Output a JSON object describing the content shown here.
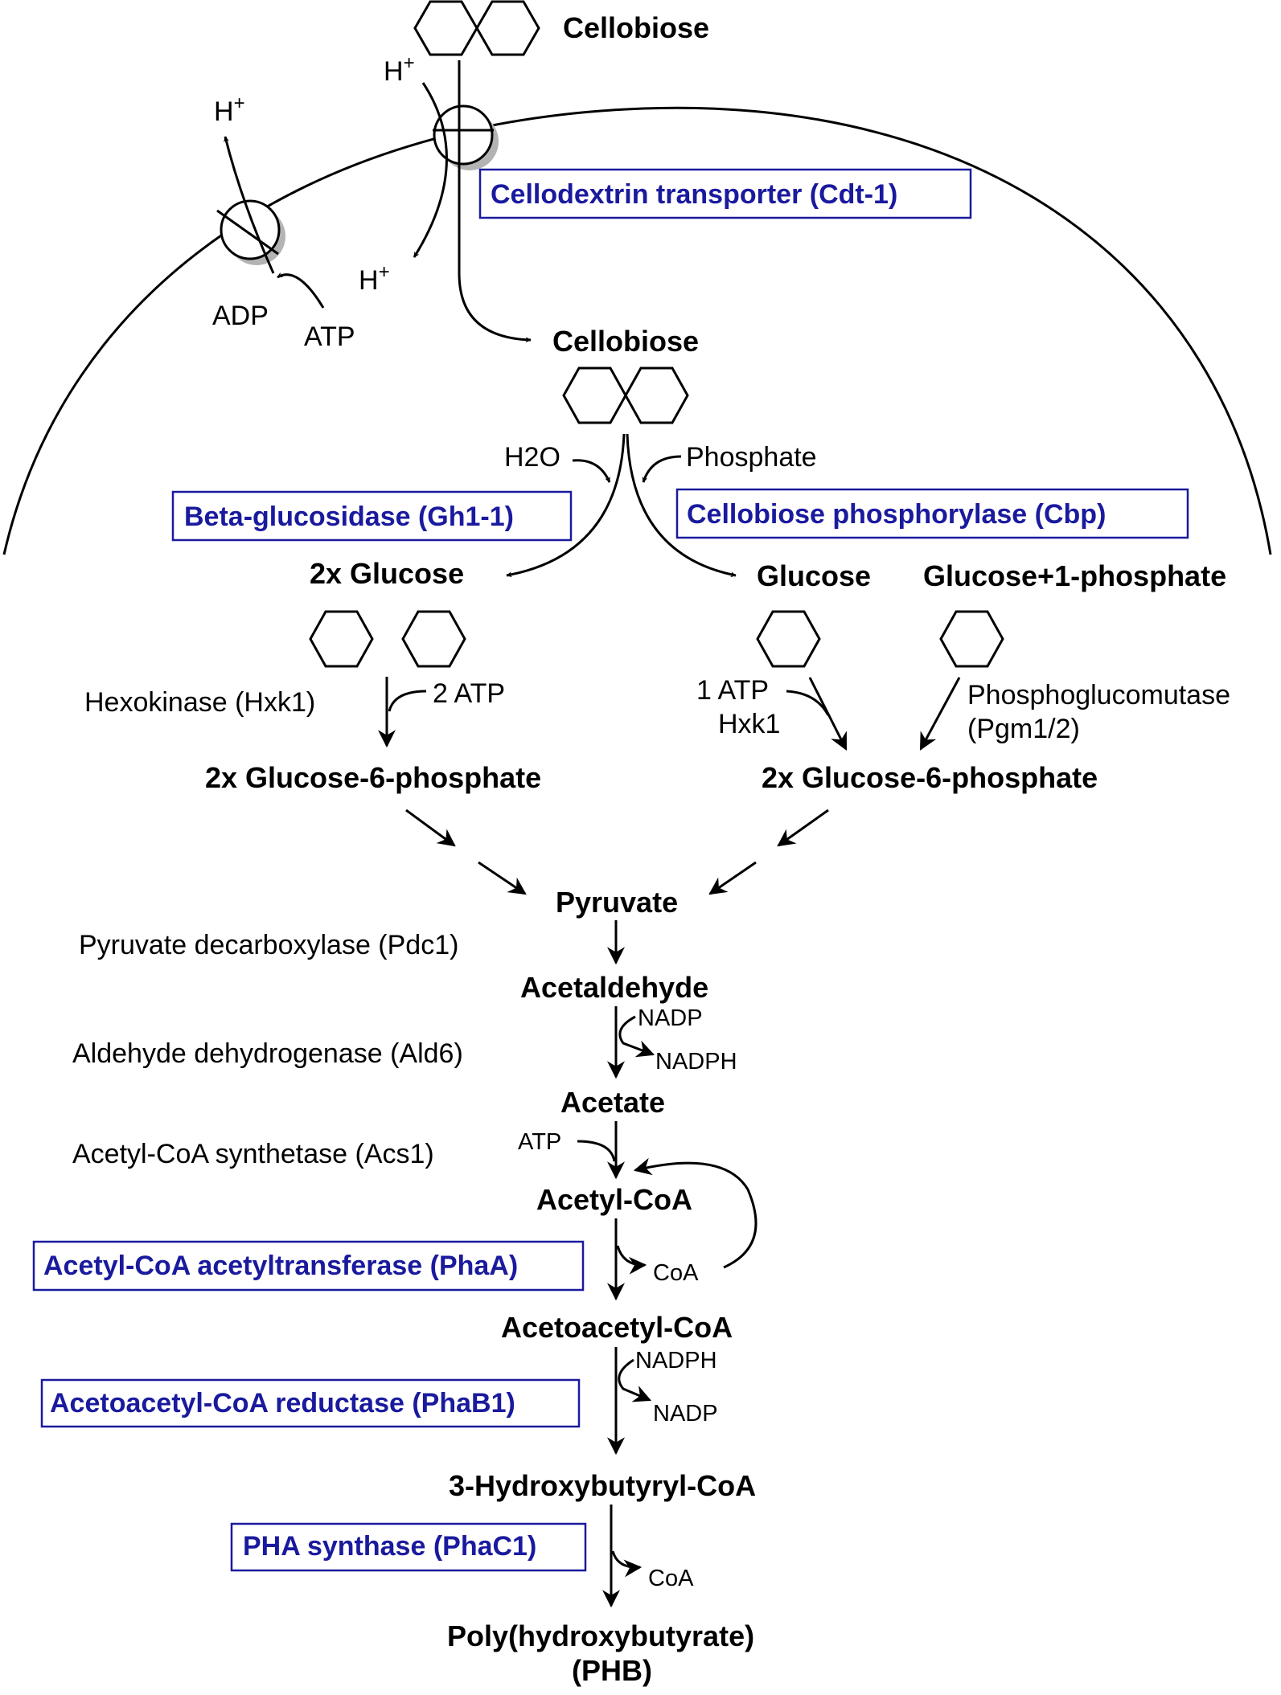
{
  "metabolites": {
    "cellobiose_out": "Cellobiose",
    "cellobiose_in": "Cellobiose",
    "glucose_2x": "2x Glucose",
    "glucose": "Glucose",
    "glucose_1p": "Glucose+1-phosphate",
    "g6p_left": "2x Glucose-6-phosphate",
    "g6p_right": "2x Glucose-6-phosphate",
    "pyruvate": "Pyruvate",
    "acetaldehyde": "Acetaldehyde",
    "acetate": "Acetate",
    "acetyl_coa": "Acetyl-CoA",
    "acetoacetyl_coa": "Acetoacetyl-CoA",
    "hydroxybutyryl_coa": "3-Hydroxybutyryl-CoA",
    "phb_line1": "Poly(hydroxybutyrate)",
    "phb_line2": "(PHB)"
  },
  "enzymes_boxed": {
    "cdt1": "Cellodextrin transporter (Cdt-1)",
    "gh1": "Beta-glucosidase (Gh1-1)",
    "cbp": "Cellobiose phosphorylase (Cbp)",
    "phaA": "Acetyl-CoA acetyltransferase (PhaA)",
    "phaB1": "Acetoacetyl-CoA reductase (PhaB1)",
    "phaC1": "PHA synthase (PhaC1)"
  },
  "enzymes_plain": {
    "hxk1": "Hexokinase (Hxk1)",
    "hxk1_short": "Hxk1",
    "pgm_line1": "Phosphoglucomutase",
    "pgm_line2": "(Pgm1/2)",
    "pdc1": "Pyruvate decarboxylase (Pdc1)",
    "ald6": "Aldehyde dehydrogenase (Ald6)",
    "acs1": "Acetyl-CoA synthetase (Acs1)"
  },
  "cofactors": {
    "h_plus_top": "H",
    "h_plus_left": "H",
    "h_plus_inner": "H",
    "plus_sign": "+",
    "adp": "ADP",
    "atp_pump": "ATP",
    "h2o": "H2O",
    "phosphate": "Phosphate",
    "two_atp": "2 ATP",
    "one_atp": "1 ATP",
    "nadp_in": "NADP",
    "nadph_out": "NADPH",
    "atp_acs": "ATP",
    "coa_phaA": "CoA",
    "nadph_in": "NADPH",
    "nadp_out": "NADP",
    "coa_phaC": "CoA"
  },
  "colors": {
    "enzyme_blue": "#1a1a9e",
    "line": "#000000",
    "transporter_shadow": "#b3b3b3"
  }
}
